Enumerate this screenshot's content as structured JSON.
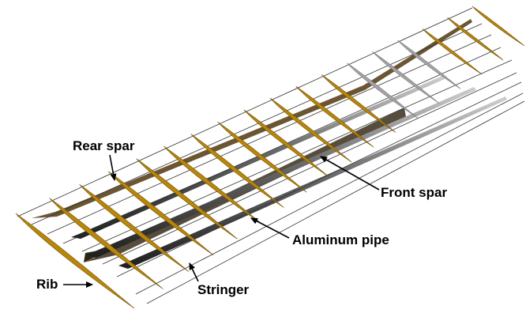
{
  "labels": {
    "rear_spar": "Rear spar",
    "front_spar": "Front spar",
    "aluminum_pipe": "Aluminum pipe",
    "rib": "Rib",
    "stringer": "Stringer"
  },
  "colors": {
    "rib": "#b8860b",
    "rib_edge": "#7a5a08",
    "rib_grey": "#a3a3a8",
    "spar": "#4a3a22",
    "pipe": "#2e2e2e",
    "stringer": "#333333",
    "arrow": "#000000"
  }
}
